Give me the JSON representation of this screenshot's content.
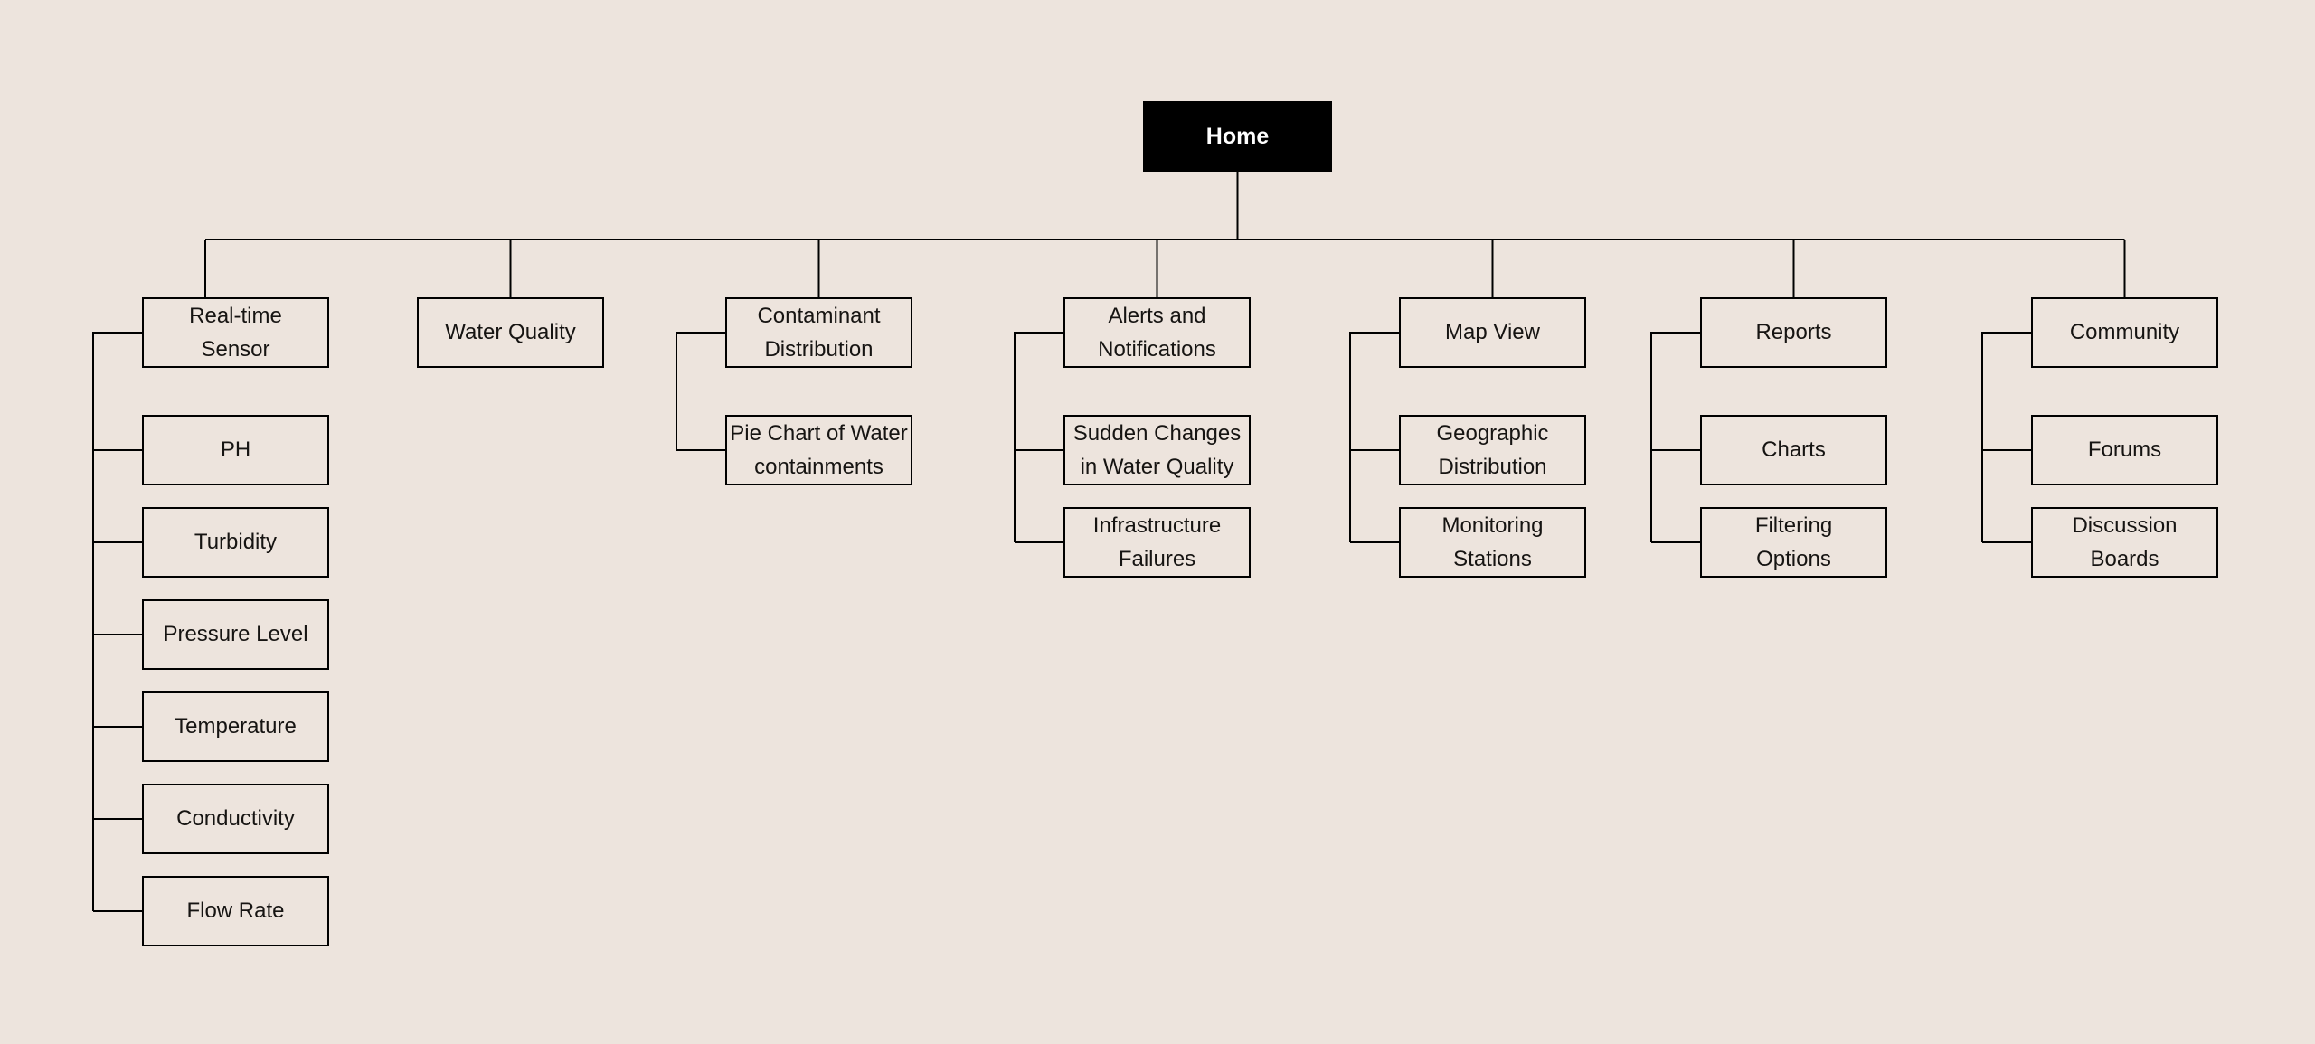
{
  "app": {
    "background_color": "#EDE4DD",
    "line_color": "#000000",
    "node_fill": "#EDE4DD",
    "node_border_color": "#000000",
    "node_text_color": "#161412",
    "root_fill": "#000000",
    "root_text_color": "#FFFFFF"
  },
  "diagram": {
    "root": {
      "label": "Home"
    },
    "branches": [
      {
        "label": "Real-time\nSensor",
        "children": [
          {
            "label": "PH"
          },
          {
            "label": "Turbidity"
          },
          {
            "label": "Pressure Level"
          },
          {
            "label": "Temperature"
          },
          {
            "label": "Conductivity"
          },
          {
            "label": "Flow Rate"
          }
        ]
      },
      {
        "label": "Water Quality",
        "children": []
      },
      {
        "label": "Contaminant\nDistribution",
        "children": [
          {
            "label": "Pie Chart of Water\ncontainments"
          }
        ]
      },
      {
        "label": "Alerts and\nNotifications",
        "children": [
          {
            "label": "Sudden Changes\nin Water Quality"
          },
          {
            "label": "Infrastructure\nFailures"
          }
        ]
      },
      {
        "label": "Map View",
        "children": [
          {
            "label": "Geographic\nDistribution"
          },
          {
            "label": "Monitoring\nStations"
          }
        ]
      },
      {
        "label": "Reports",
        "children": [
          {
            "label": "Charts"
          },
          {
            "label": "Filtering\nOptions"
          }
        ]
      },
      {
        "label": "Community",
        "children": [
          {
            "label": "Forums"
          },
          {
            "label": "Discussion\nBoards"
          }
        ]
      }
    ]
  }
}
